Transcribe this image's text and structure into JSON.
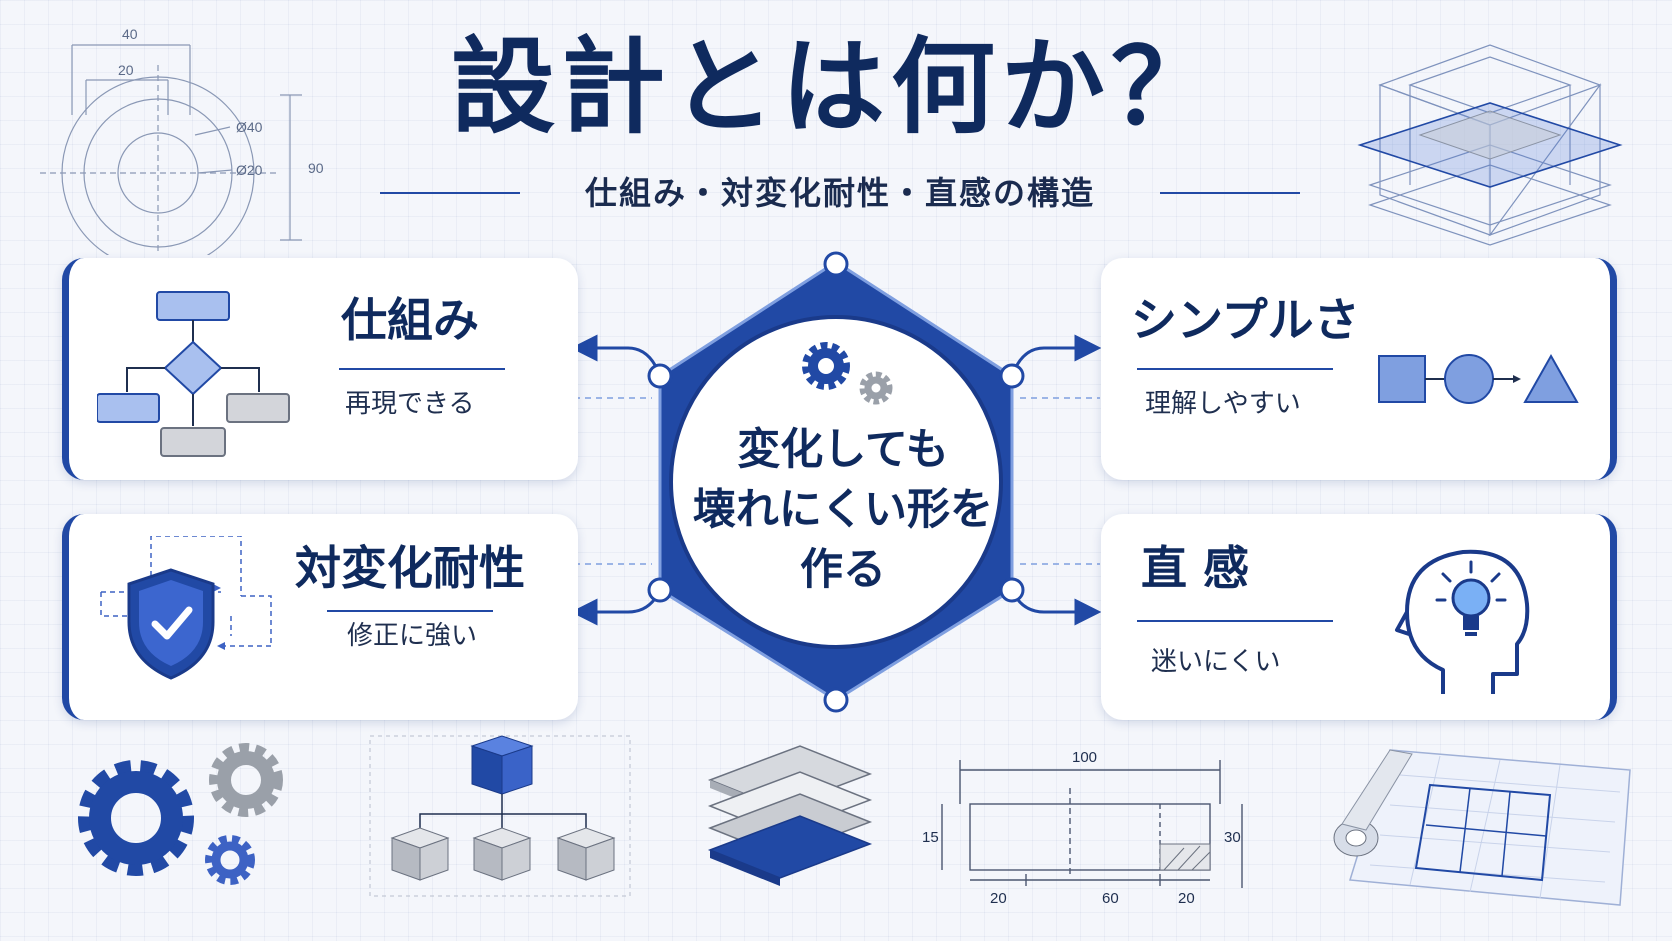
{
  "title": "設計とは何か？",
  "subtitle": "仕組み・対変化耐性・直感の構造",
  "center": {
    "lines": [
      "変化しても",
      "壊れにくい形を",
      "作る"
    ]
  },
  "cards": [
    {
      "title": "仕組み",
      "subtitle": "再現できる"
    },
    {
      "title": "対変化耐性",
      "subtitle": "修正に強い"
    },
    {
      "title": "シンプルさ",
      "subtitle": "理解しやすい"
    },
    {
      "title": "直 感",
      "subtitle": "迷いにくい"
    }
  ],
  "drawings": {
    "top_left": {
      "dims": [
        "40",
        "20",
        "Ø40",
        "Ø20",
        "90"
      ]
    },
    "bottom_drawing": {
      "dims": [
        "100",
        "15",
        "30",
        "20",
        "60",
        "20"
      ]
    }
  },
  "colors": {
    "navy": "#0f2a5e",
    "accent": "#2149a5",
    "accent_light": "#7f9fe0",
    "gray": "#9aa0a9"
  }
}
